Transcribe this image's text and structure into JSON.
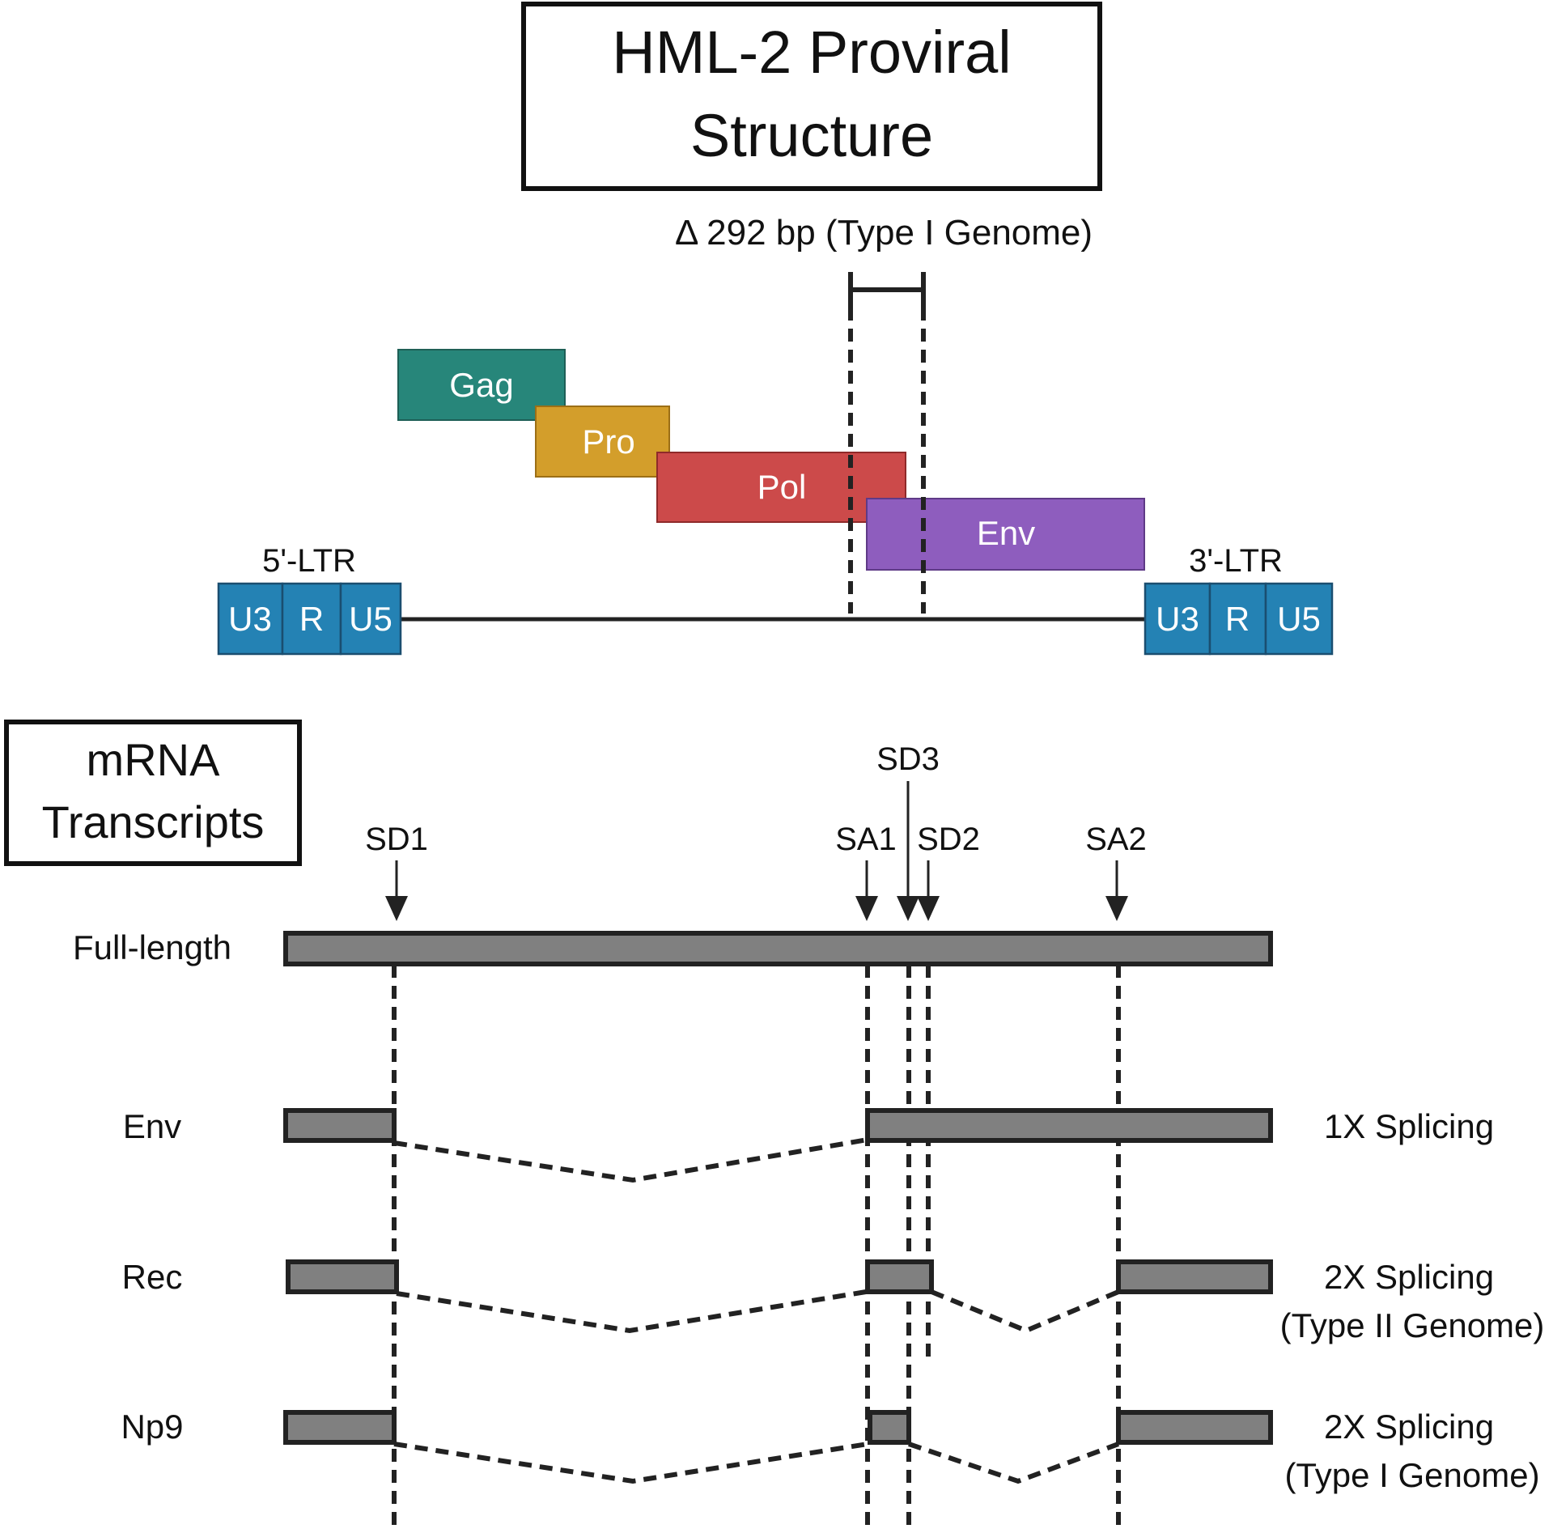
{
  "title": {
    "line1": "HML-2 Proviral",
    "line2": "Structure"
  },
  "deletion_label": "Δ 292 bp (Type I Genome)",
  "genes": {
    "gag": "Gag",
    "pro": "Pro",
    "pol": "Pol",
    "env": "Env"
  },
  "ltr5": {
    "label": "5'-LTR",
    "segments": [
      "U3",
      "R",
      "U5"
    ]
  },
  "ltr3": {
    "label": "3'-LTR",
    "segments": [
      "U3",
      "R",
      "U5"
    ]
  },
  "mrna_box": {
    "line1": "mRNA",
    "line2": "Transcripts"
  },
  "splice_sites": {
    "sd1": "SD1",
    "sa1": "SA1",
    "sd3": "SD3",
    "sd2": "SD2",
    "sa2": "SA2"
  },
  "transcripts": {
    "full": {
      "name": "Full-length"
    },
    "env": {
      "name": "Env",
      "note1": "1X Splicing"
    },
    "rec": {
      "name": "Rec",
      "note1": "2X Splicing",
      "note2": "(Type II Genome)"
    },
    "np9": {
      "name": "Np9",
      "note1": "2X Splicing",
      "note2": "(Type I Genome)"
    }
  },
  "colors": {
    "gag": "#27867a",
    "pro": "#d39e2b",
    "pol": "#cc4a4a",
    "env": "#8e5dbe",
    "ltr": "#2482b4",
    "exon": "#808080",
    "line": "#222222"
  }
}
